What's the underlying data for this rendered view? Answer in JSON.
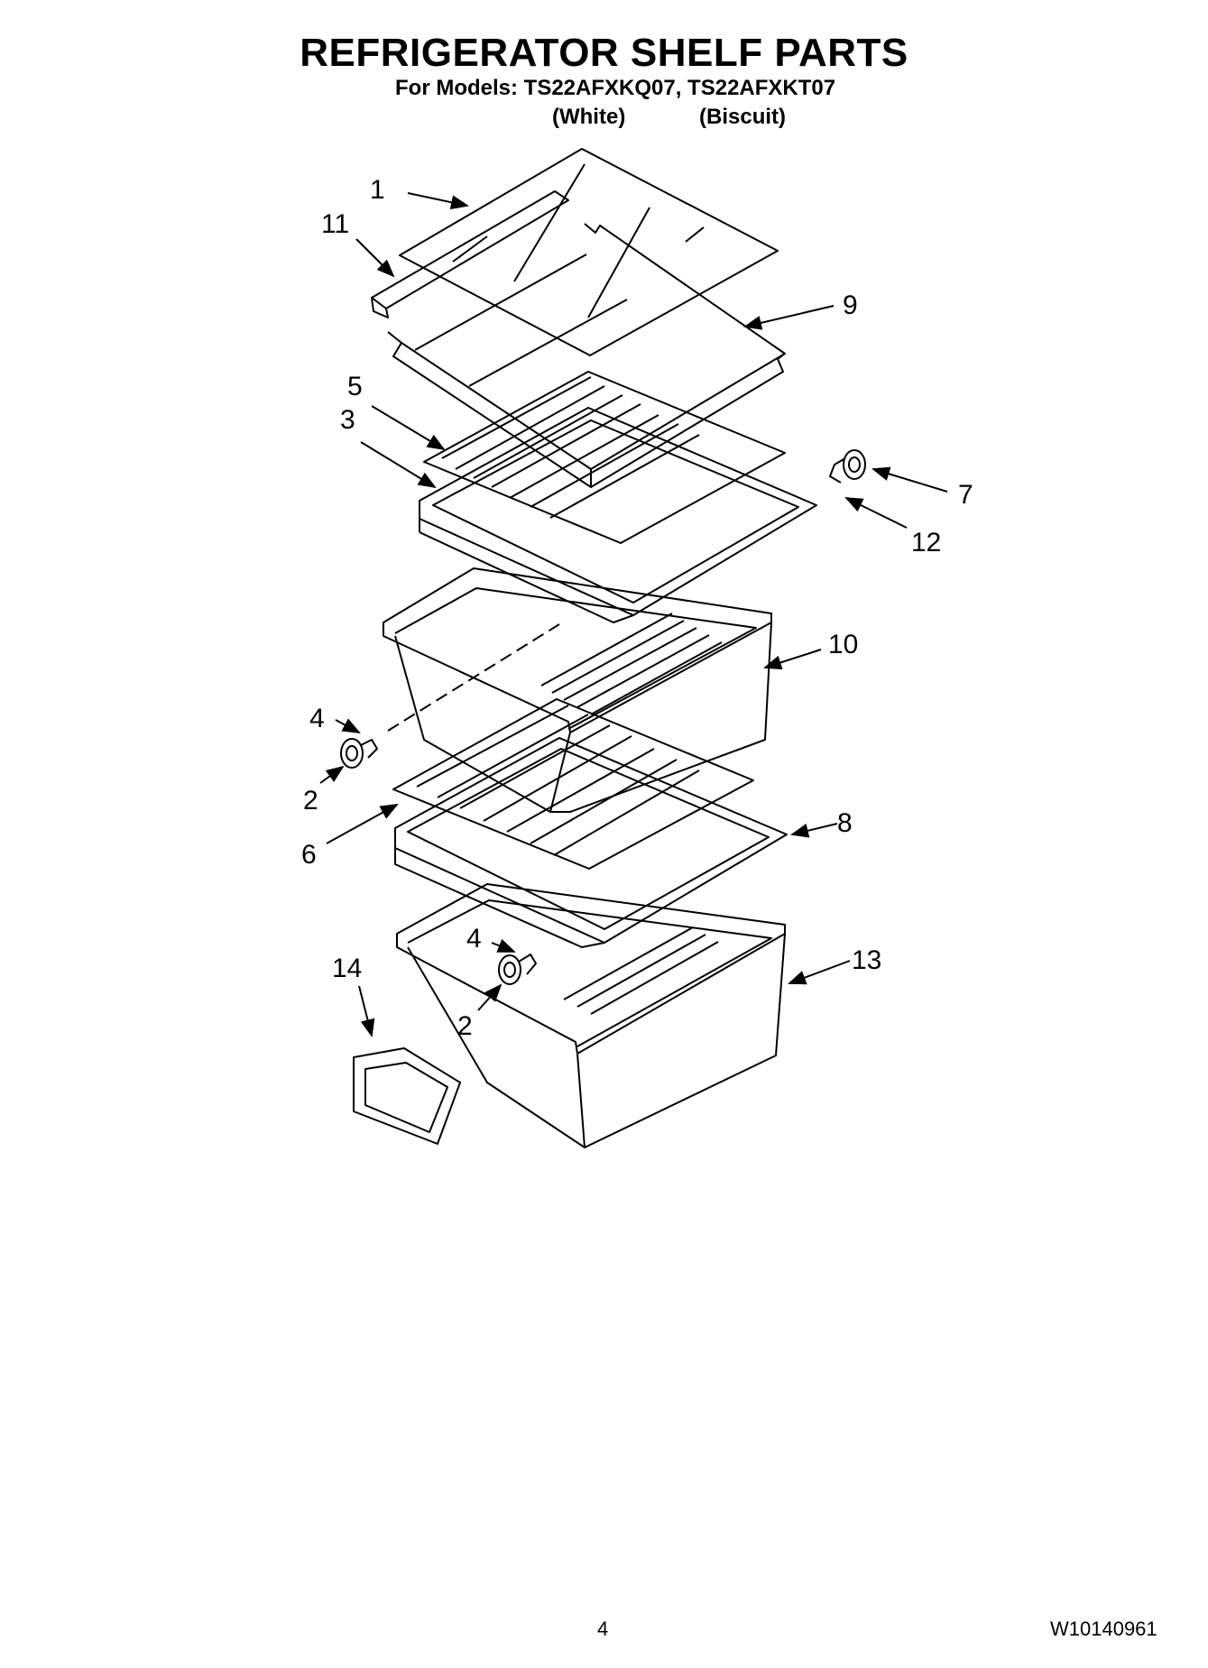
{
  "header": {
    "title": "REFRIGERATOR SHELF PARTS",
    "models": "For Models: TS22AFXKQ07, TS22AFXKT07",
    "variant_1": "(White)",
    "variant_2": "(Biscuit)"
  },
  "callouts": {
    "c1": "1",
    "c11": "11",
    "c9": "9",
    "c5": "5",
    "c3": "3",
    "c7": "7",
    "c12": "12",
    "c10": "10",
    "c4a": "4",
    "c2a": "2",
    "c6": "6",
    "c8": "8",
    "c4b": "4",
    "c2b": "2",
    "c14": "14",
    "c13": "13"
  },
  "footer": {
    "page_number": "4",
    "document_id": "W10140961"
  }
}
